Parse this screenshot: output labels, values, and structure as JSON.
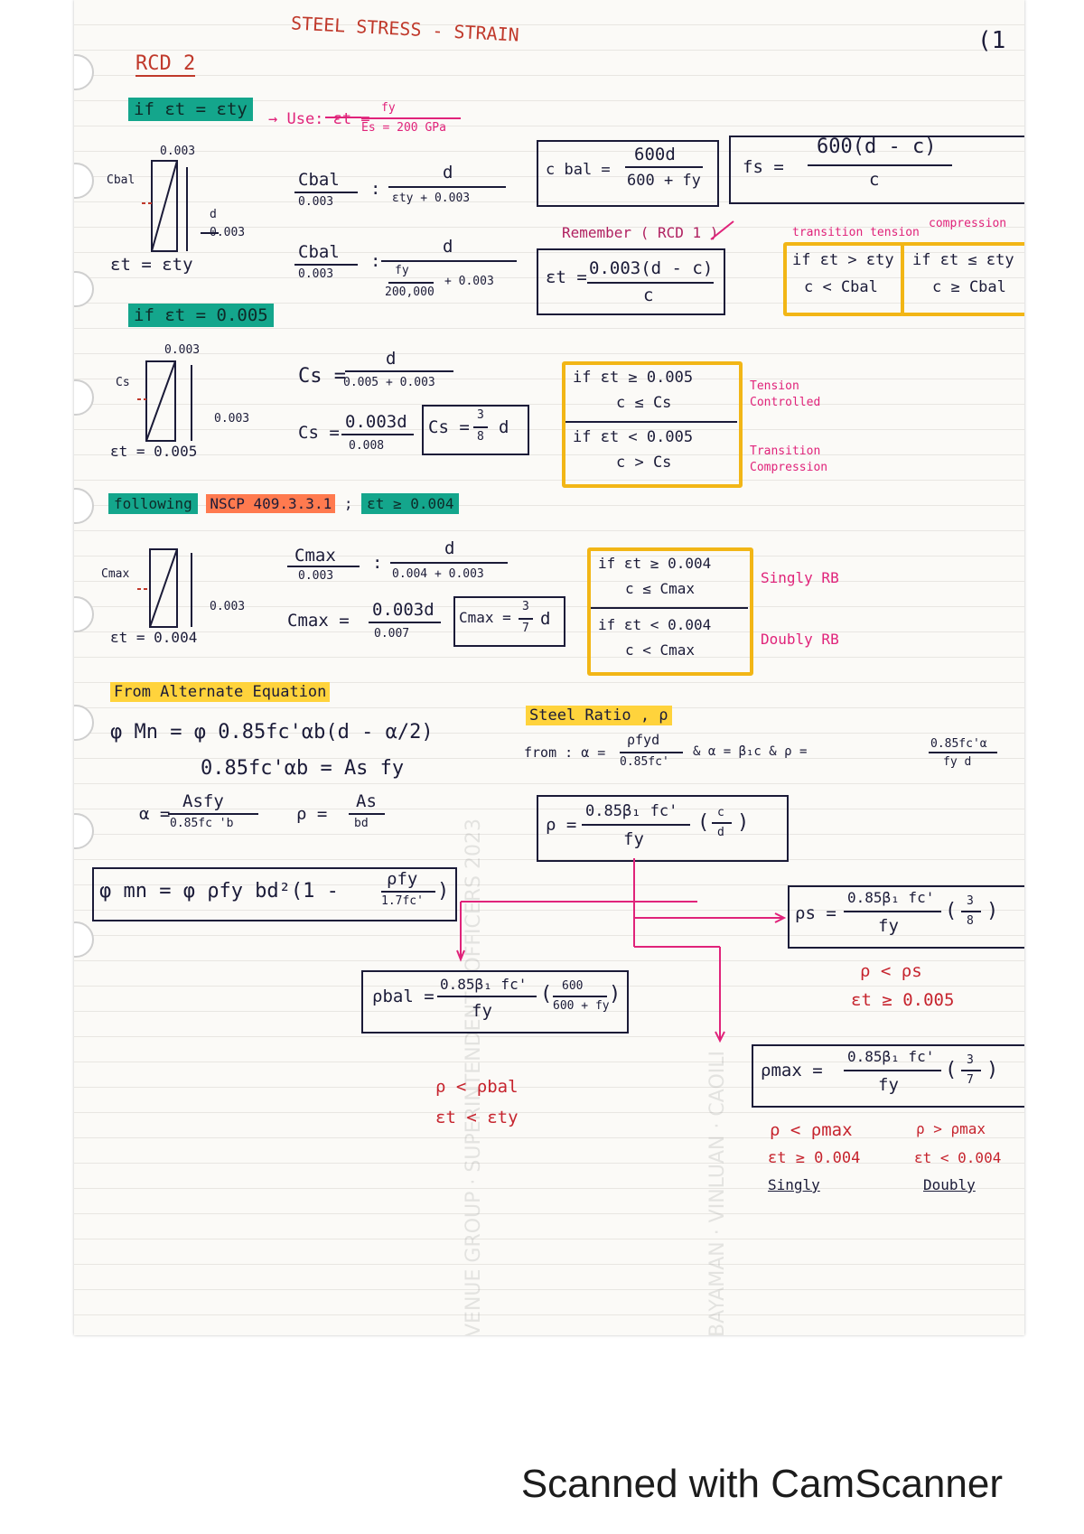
{
  "header": {
    "title": "STEEL STRESS - STRAIN",
    "corner": "(1",
    "section": "RCD 2"
  },
  "s1": {
    "hl": "if  εt = εty",
    "use": "→ Use:  εt =",
    "use_num": "fy",
    "use_den": "Es = 200 GPa",
    "strain_top": "0.003",
    "cbal": "Cbal",
    "d": "d",
    "strain_bot": "0.003",
    "cond": "εt = εty",
    "eq1_lnum": "Cbal",
    "eq1_lden": "0.003",
    "eq1_rnum": "d",
    "eq1_rden": "εty + 0.003",
    "eq2_lnum": "Cbal",
    "eq2_lden": "0.003",
    "eq2_rnum": "d",
    "eq2_rden_a": "fy",
    "eq2_rden_b": "200,000",
    "eq2_rden_c": "+ 0.003",
    "cbal_eq": "c bal  =",
    "cbal_num": "600d",
    "cbal_den": "600 + fy",
    "fs_eq": "fs =",
    "fs_num": "600(d - c)",
    "fs_den": "c",
    "remember": "Remember ( RCD 1 )",
    "et_eq": "εt =",
    "et_num": "0.003(d - c)",
    "et_den": "c",
    "tt_label": "transition tension",
    "tc_label": "compression",
    "tt_1": "if  εt > εty",
    "tt_2": "c < Cbal",
    "tc_1": "if  εt ≤ εty",
    "tc_2": "c ≥ Cbal"
  },
  "s2": {
    "hl": "if  εt = 0.005",
    "strain_top": "0.003",
    "cs": "Cs",
    "strain_bot": "0.003",
    "cond": "εt = 0.005",
    "eq1_l": "Cs  =",
    "eq1_num": "d",
    "eq1_den": "0.005 + 0.003",
    "eq2_l": "Cs =",
    "eq2_num": "0.003d",
    "eq2_den": "0.008",
    "eq3": "Cs = ",
    "eq3_num": "3",
    "eq3_den": "8",
    "eq3_d": "d",
    "b1_1": "if  εt ≥ 0.005",
    "b1_2": "c ≤ Cs",
    "b1_label_1": "Tension",
    "b1_label_2": "Controlled",
    "b2_1": "if  εt < 0.005",
    "b2_2": "c > Cs",
    "b2_label_1": "Transition",
    "b2_label_2": "Compression"
  },
  "s3": {
    "hl_following": "following",
    "hl_nscp": "NSCP 409.3.3.1",
    "sep": ";",
    "hl_et": "εt ≥ 0.004",
    "cmax": "Cmax",
    "strain": "0.003",
    "cond": "εt = 0.004",
    "eq1_lnum": "Cmax",
    "eq1_lden": "0.003",
    "eq1_rnum": "d",
    "eq1_rden": "0.004 + 0.003",
    "eq2_l": "Cmax =",
    "eq2_num": "0.003d",
    "eq2_den": "0.007",
    "eq3": "Cmax = ",
    "eq3_num": "3",
    "eq3_den": "7",
    "eq3_d": "d",
    "b1_1": "if  εt ≥ 0.004",
    "b1_2": "c ≤ Cmax",
    "b1_label": "Singly RB",
    "b2_1": "if  εt < 0.004",
    "b2_2": "c < Cmax",
    "b2_label": "Doubly RB"
  },
  "s4": {
    "hl": "From Alternate Equation",
    "eq1": "φ Mn  =  φ 0.85fc'αb(d - α/2)",
    "eq2": "0.85fc'αb  =  As fy",
    "alpha_l": "α =",
    "alpha_num": "Asfy",
    "alpha_den": "0.85fc 'b",
    "rho_l": "ρ  =",
    "rho_num": "As",
    "rho_den": "bd",
    "mn": "φ mn =  φ ρfy bd²(1 -",
    "mn_num": "ρfy",
    "mn_den": "1.7fc'",
    "mn_end": ")",
    "pbal_l": "ρbal =",
    "pbal_num": "0.85β₁ fc'",
    "pbal_den": "fy",
    "pbal_paren_num": "600",
    "pbal_paren_den": "600 + fy",
    "pbal_c1": "ρ < ρbal",
    "pbal_c2": "εt < εty"
  },
  "s5": {
    "hl": "Steel Ratio , ρ",
    "from": "from :  α =",
    "from_num": "ρfyd",
    "from_den": "0.85fc'",
    "and": "&  α = β₁c  &  ρ =",
    "and_num": "0.85fc'α",
    "and_den": "fy d",
    "rho_l": "ρ =",
    "rho_num": "0.85β₁ fc'",
    "rho_den": "fy",
    "rho_pnum": "c",
    "rho_pden": "d",
    "ps_l": "ρs =",
    "ps_num": "0.85β₁ fc'",
    "ps_den": "fy",
    "ps_pnum": "3",
    "ps_pden": "8",
    "ps_c1": "ρ < ρs",
    "ps_c2": "εt ≥ 0.005",
    "pmax_l": "ρmax =",
    "pmax_num": "0.85β₁ fc'",
    "pmax_den": "fy",
    "pmax_pnum": "3",
    "pmax_pden": "7",
    "pm_s1": "ρ < ρmax",
    "pm_s2": "εt ≥ 0.004",
    "pm_s3": "Singly",
    "pm_d1": "ρ > ρmax",
    "pm_d2": "εt < 0.004",
    "pm_d3": "Doubly"
  },
  "footer": {
    "scanner": "Scanned with CamScanner"
  }
}
